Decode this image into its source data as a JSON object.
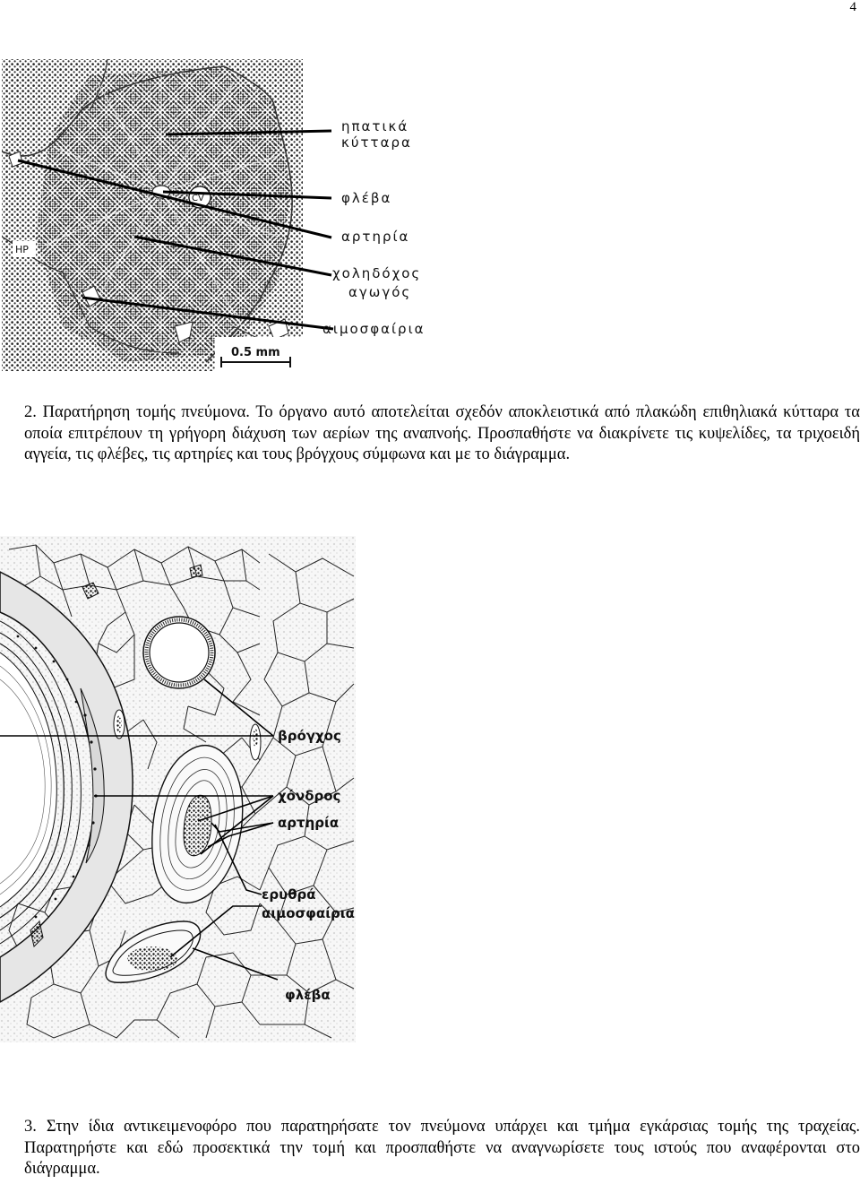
{
  "page_number": "4",
  "liver_figure": {
    "labels": {
      "hepatocytes_line1": "ηπατικά",
      "hepatocytes_line2": "κύτταρα",
      "vein": "φλέβα",
      "artery": "αρτηρία",
      "bile_duct_line1": "χοληδόχος",
      "bile_duct_line2": "αγωγός",
      "sinusoid": "αιμοσφαίρια",
      "hp_marker": "HP",
      "cv_marker": "CV",
      "scale_bar": "0.5 mm"
    }
  },
  "section_2": {
    "text": "2. Παρατήρηση τομής πνεύμονα.  Το όργανο αυτό αποτελείται σχεδόν αποκλειστικά από πλακώδη επιθηλιακά κύτταρα τα οποία επιτρέπουν τη γρήγορη διάχυση των αερίων της αναπνοής. Προσπαθήστε να διακρίνετε τις κυψελίδες, τα τριχοειδή αγγεία, τις φλέβες, τις αρτηρίες και τους βρόγχους σύμφωνα και με το διάγραμμα."
  },
  "lung_figure": {
    "labels": {
      "bronchus": "βρόγχος",
      "cartilage": "χόνδρος",
      "artery": "αρτηρία",
      "rbc_line1": "ερυθρά",
      "rbc_line2": "αιμοσφαίρια",
      "vein": "φλέβα"
    }
  },
  "section_3": {
    "text": "3. Στην ίδια αντικειμενοφόρο που παρατηρήσατε τον πνεύμονα υπάρχει και τμήμα εγκάρσιας τομής της τραχείας. Παρατηρήστε και εδώ προσεκτικά την τομή και προσπαθήστε να αναγνωρίσετε τους ιστούς που αναφέρονται στο διάγραμμα."
  }
}
